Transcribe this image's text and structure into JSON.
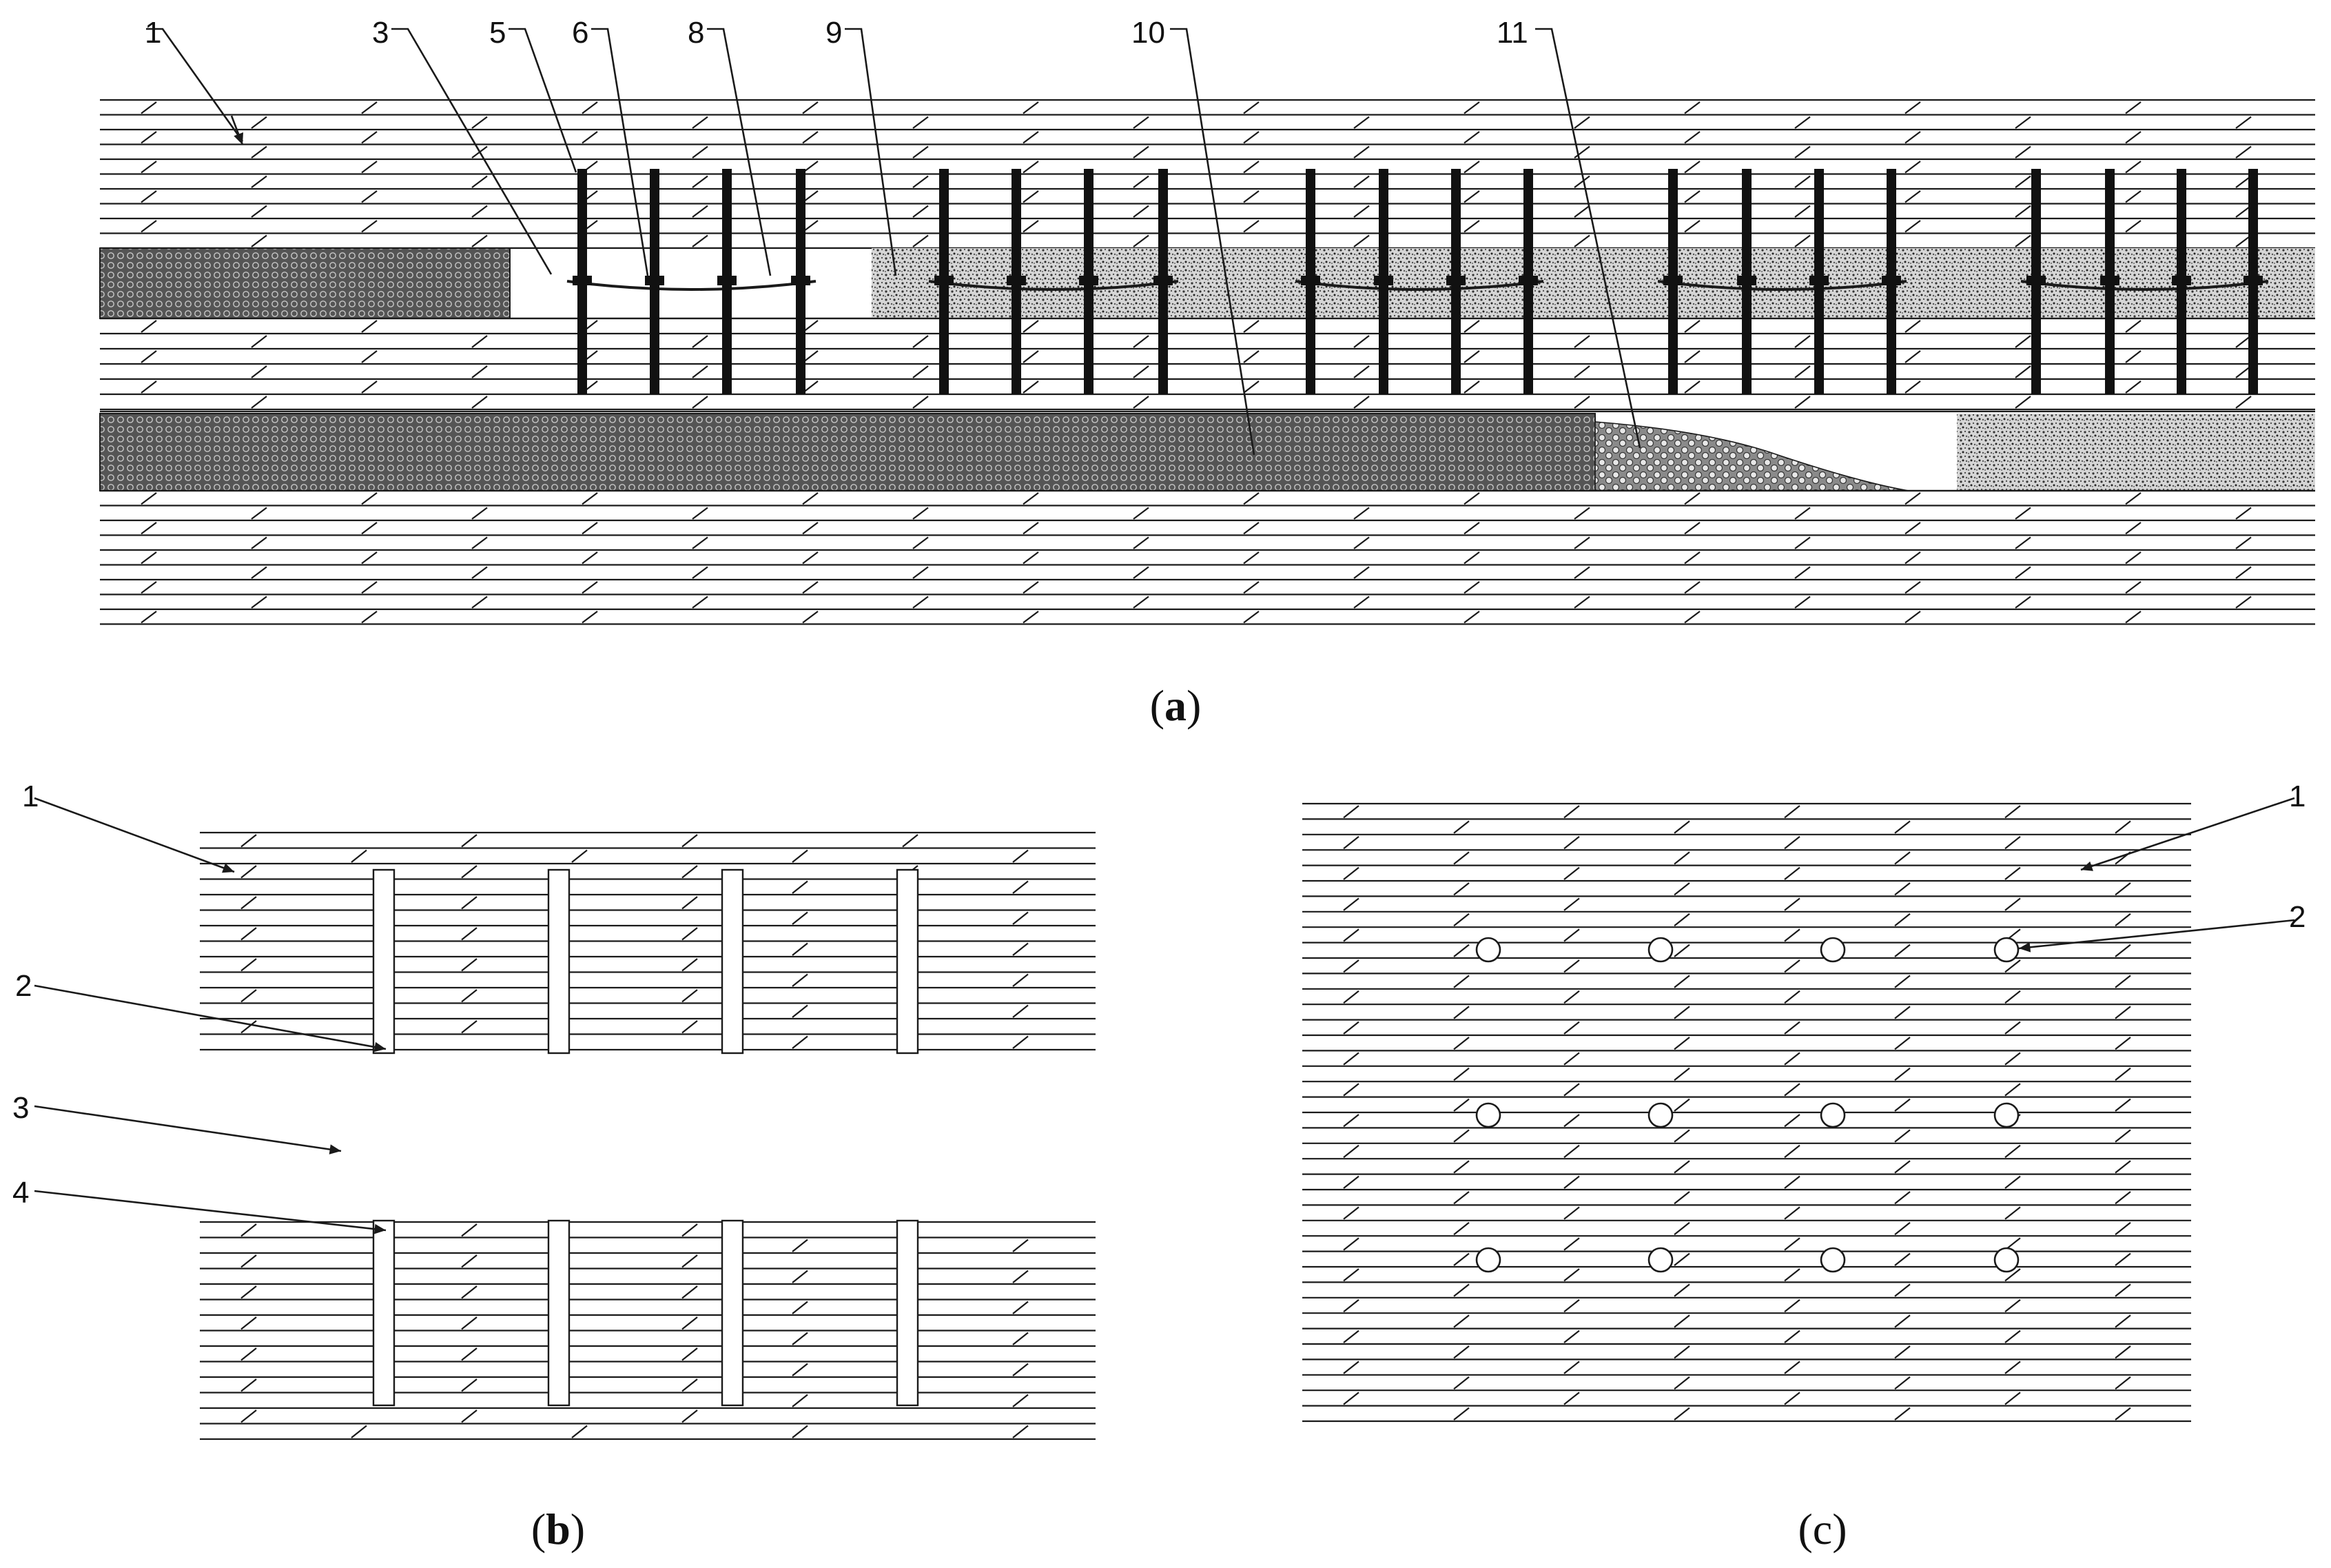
{
  "panels": {
    "a": {
      "caption_open": "(",
      "caption_letter": "a",
      "caption_close": ")",
      "labels": [
        "1",
        "3",
        "5",
        "6",
        "8",
        "9",
        "10",
        "11"
      ]
    },
    "b": {
      "caption_open": "(",
      "caption_letter": "b",
      "caption_close": ")",
      "labels": [
        "1",
        "2",
        "3",
        "4"
      ]
    },
    "c": {
      "caption_open": "(",
      "caption_letter": "c",
      "caption_close": ")",
      "labels": [
        "1",
        "2"
      ]
    }
  },
  "colors": {
    "line": "#1a1a1a",
    "background": "#ffffff",
    "dark_fill": "#4a4a4a",
    "dotted_fill": "#9a9a9a"
  }
}
